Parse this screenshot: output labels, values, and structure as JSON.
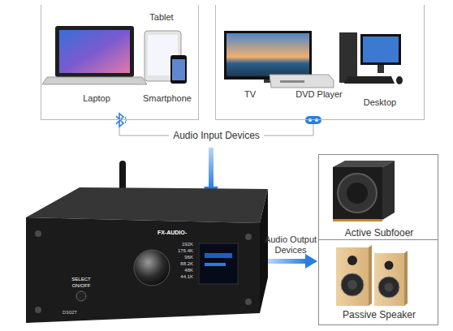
{
  "diagram": {
    "nodes": [
      {
        "text": [
          "Tablet",
          "Laptop",
          "Smartphone"
        ]
      },
      {
        "text": [
          "TV",
          "DVD Player",
          "Desktop"
        ]
      },
      {
        "text": [
          "Active Subfooer"
        ]
      },
      {
        "text": [
          "Passive Speaker"
        ]
      }
    ],
    "edges": [
      {
        "from": 0,
        "to": 1,
        "label": "Audio Input Devices",
        "arrow": "none"
      }
    ],
    "labels": [
      "FX-AUDIO-",
      "192K",
      "176.4K",
      "96K",
      "88.2K",
      "48K",
      "44.1K",
      "SELECT",
      "ON/OFF",
      "D302T",
      "Audio Output Devices"
    ]
  }
}
